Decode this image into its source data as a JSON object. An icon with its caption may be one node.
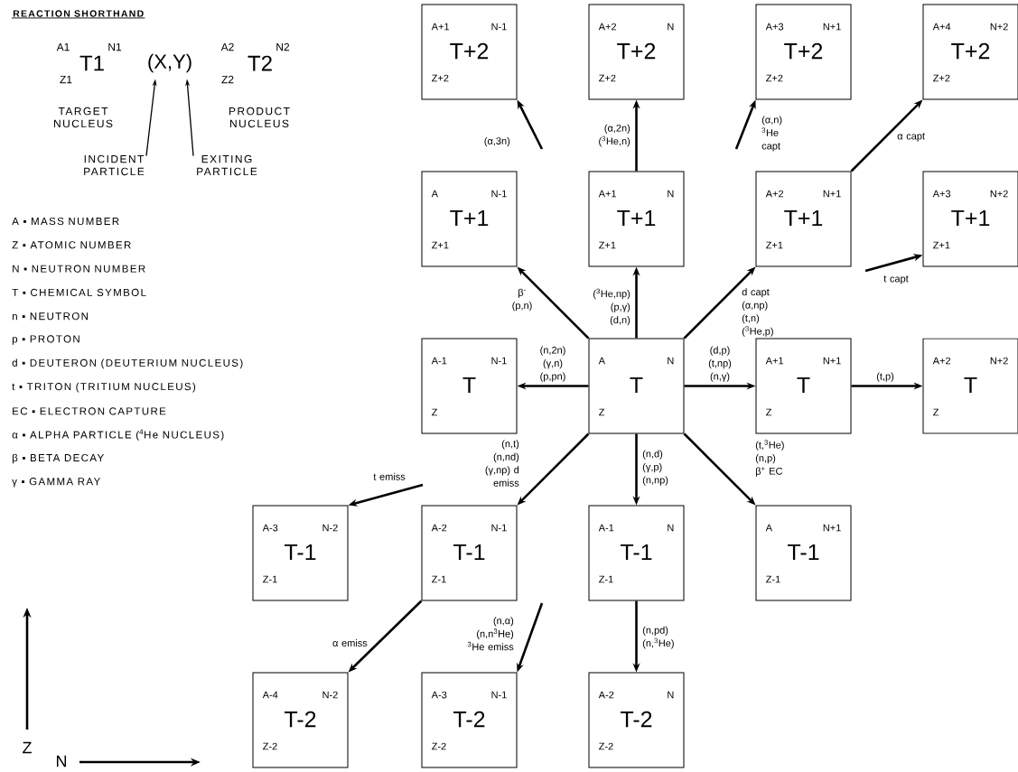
{
  "diagram": {
    "nodes": [
      {
        "text": [
          "A+1",
          "N-1",
          "T+2",
          "Z+2"
        ]
      },
      {
        "text": [
          "A+2",
          "N",
          "T+2",
          "Z+2"
        ]
      },
      {
        "text": [
          "A+3",
          "N+1",
          "T+2",
          "Z+2"
        ]
      },
      {
        "text": [
          "A+4",
          "N+2",
          "T+2",
          "Z+2"
        ]
      },
      {
        "text": [
          "A",
          "N-1",
          "T+1",
          "Z+1"
        ]
      },
      {
        "text": [
          "A+1",
          "N",
          "T+1",
          "Z+1"
        ]
      },
      {
        "text": [
          "A+2",
          "N+1",
          "T+1",
          "Z+1"
        ]
      },
      {
        "text": [
          "A+3",
          "N+2",
          "T+1",
          "Z+1"
        ]
      },
      {
        "text": [
          "A-1",
          "N-1",
          "T",
          "Z"
        ]
      },
      {
        "text": [
          "A",
          "N",
          "T",
          "Z"
        ]
      },
      {
        "text": [
          "A+1",
          "N+1",
          "T",
          "Z"
        ]
      },
      {
        "text": [
          "A+2",
          "N+2",
          "T",
          "Z"
        ]
      },
      {
        "text": [
          "A-3",
          "N-2",
          "T-1",
          "Z-1"
        ]
      },
      {
        "text": [
          "A-2",
          "N-1",
          "T-1",
          "Z-1"
        ]
      },
      {
        "text": [
          "A-1",
          "N",
          "T-1",
          "Z-1"
        ]
      },
      {
        "text": [
          "A",
          "N+1",
          "T-1",
          "Z-1"
        ]
      },
      {
        "text": [
          "A-4",
          "N-2",
          "T-2",
          "Z-2"
        ]
      },
      {
        "text": [
          "A-3",
          "N-1",
          "T-2",
          "Z-2"
        ]
      },
      {
        "text": [
          "A-2",
          "N",
          "T-2",
          "Z-2"
        ]
      },
      {
        "text": [
          "(X,Y)"
        ]
      },
      {
        "text": [
          "INCIDENT PARTICLE"
        ]
      },
      {
        "text": [
          "EXITING PARTICLE"
        ]
      }
    ],
    "edges": [
      {
        "from": 9,
        "to": 4,
        "arrow": "to",
        "label": "β$^{-}$ (p,n)"
      },
      {
        "from": 9,
        "to": 5,
        "arrow": "to",
        "label": "($^{3}$He,np) (p,γ) (d,n)"
      },
      {
        "from": 9,
        "to": 6,
        "arrow": "to",
        "label": "d capt (α,np) (t,n) ($^{3}$He,p)"
      },
      {
        "from": 9,
        "to": 8,
        "arrow": "to",
        "label": "(n,2n) (γ,n) (p,pn)"
      },
      {
        "from": 9,
        "to": 10,
        "arrow": "to",
        "label": "(d,p) (t,np) (n,γ)"
      },
      {
        "from": 9,
        "to": 13,
        "arrow": "to",
        "label": "(n,t) (n,nd) (γ,np) d emiss"
      },
      {
        "from": 9,
        "to": 14,
        "arrow": "to",
        "label": "(n,d) (γ,p) (n,np)"
      },
      {
        "from": 9,
        "to": 15,
        "arrow": "to",
        "label": "(t,$^{3}$He) (n,p) β$^{+}$ EC"
      },
      {
        "from": 5,
        "to": 1,
        "arrow": "to",
        "label": "(α,2n) ($^{3}$He,n)"
      },
      {
        "from": 10,
        "to": 11,
        "arrow": "to",
        "label": "(t,p)"
      },
      {
        "from": null,
        "to": 0,
        "arrow": "to",
        "label": "(α,3n)"
      },
      {
        "from": null,
        "to": 2,
        "arrow": "to",
        "label": "(α,n) $^{3}$He capt"
      },
      {
        "from": 6,
        "to": 3,
        "arrow": "to",
        "label": "α capt"
      },
      {
        "from": null,
        "to": 7,
        "arrow": "to",
        "label": "t capt"
      },
      {
        "from": null,
        "to": 12,
        "arrow": "to",
        "label": "t emiss"
      },
      {
        "from": 13,
        "to": 16,
        "arrow": "to",
        "label": "α emiss"
      },
      {
        "from": null,
        "to": 17,
        "arrow": "to",
        "label": "(n,α) (n,n$^{3}$He) $^{3}$He emiss"
      },
      {
        "from": 14,
        "to": 18,
        "arrow": "to",
        "label": "(n,pd) (n,$^{3}$He)"
      },
      {
        "from": 20,
        "to": 19,
        "arrow": "to"
      },
      {
        "from": 21,
        "to": 19,
        "arrow": "to"
      }
    ],
    "labels": [
      "REACTION SHORTHAND",
      "A1",
      "N1",
      "T1",
      "Z1",
      "A2",
      "N2",
      "T2",
      "Z2",
      "TARGET NUCLEUS",
      "PRODUCT NUCLEUS",
      "A ▪ MASS NUMBER",
      "Z ▪ ATOMIC NUMBER",
      "N ▪ NEUTRON NUMBER",
      "T ▪ CHEMICAL SYMBOL",
      "n ▪ NEUTRON",
      "p ▪ PROTON",
      "d ▪ DEUTERON (DEUTERIUM NUCLEUS)",
      "t ▪ TRITON (TRITIUM NUCLEUS)",
      "EC ▪ ELECTRON CAPTURE",
      "α ▪ ALPHA PARTICLE ($^{4}$He NUCLEUS)",
      "β ▪ BETA DECAY",
      "γ ▪ GAMMA RAY",
      "Z",
      "N"
    ]
  }
}
